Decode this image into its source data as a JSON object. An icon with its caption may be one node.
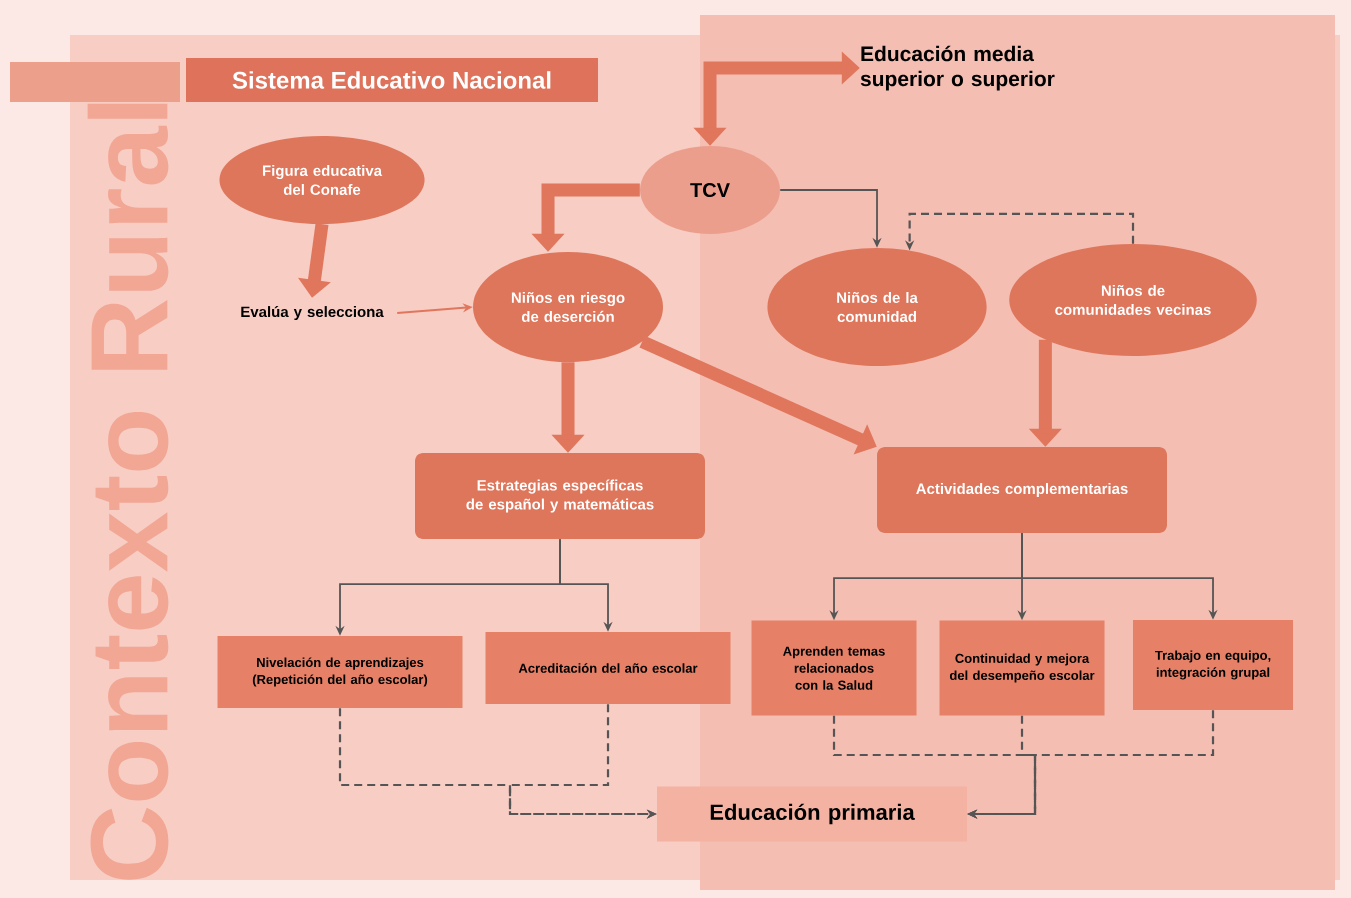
{
  "diagram": {
    "title": "Sistema Educativo Nacional",
    "nodes": [
      {
        "text": [
          "Figura educativa del Conafe"
        ]
      },
      {
        "text": [
          "Evalúa y selecciona"
        ]
      },
      {
        "text": [
          "Niños en riesgo de deserción"
        ]
      },
      {
        "text": [
          "TCV"
        ]
      },
      {
        "text": [
          "Educación media superior o superior"
        ]
      },
      {
        "text": [
          "Niños de la comunidad"
        ]
      },
      {
        "text": [
          "Niños de comunidades vecinas"
        ]
      },
      {
        "text": [
          "Estrategias específicas de español y matemáticas"
        ]
      },
      {
        "text": [
          "Actividades complementarias"
        ]
      },
      {
        "text": [
          "Nivelación de aprendizajes (Repetición del año escolar)"
        ]
      },
      {
        "text": [
          "Acreditación del año escolar"
        ]
      },
      {
        "text": [
          "Aprenden temas relacionados con la Salud"
        ]
      },
      {
        "text": [
          "Continuidad y mejora del desempeño escolar"
        ]
      },
      {
        "text": [
          "Trabajo en equipo, integración grupal"
        ]
      },
      {
        "text": [
          "Educación primaria"
        ]
      }
    ],
    "edges": [
      {
        "from": 0,
        "to": 1,
        "arrow": "to",
        "style": "thick",
        "color": "#e0765c"
      },
      {
        "from": 1,
        "to": 2,
        "arrow": "to",
        "color": "#e0765c"
      },
      {
        "from": 3,
        "to": 2,
        "arrow": "to",
        "style": "thick",
        "color": "#e0765c"
      },
      {
        "from": 3,
        "to": 4,
        "arrow": "both",
        "style": "thick",
        "color": "#e0765c"
      },
      {
        "from": 3,
        "to": 5,
        "arrow": "to"
      },
      {
        "from": 6,
        "to": 5,
        "arrow": "to",
        "style": "dashed"
      },
      {
        "from": 2,
        "to": 7,
        "arrow": "to",
        "style": "thick",
        "color": "#e0765c"
      },
      {
        "from": 2,
        "to": 8,
        "arrow": "to",
        "style": "thick",
        "color": "#e0765c"
      },
      {
        "from": 6,
        "to": 8,
        "arrow": "to",
        "style": "thick",
        "color": "#e0765c"
      },
      {
        "from": 7,
        "to": 9,
        "arrow": "to"
      },
      {
        "from": 7,
        "to": 10,
        "arrow": "to"
      },
      {
        "from": 8,
        "to": 11,
        "arrow": "to"
      },
      {
        "from": 8,
        "to": 12,
        "arrow": "to"
      },
      {
        "from": 8,
        "to": 13,
        "arrow": "to"
      },
      {
        "from": 9,
        "to": 14,
        "arrow": "to",
        "style": "dashed"
      },
      {
        "from": 10,
        "to": 14,
        "arrow": "to",
        "style": "dashed"
      },
      {
        "from": 11,
        "to": 14,
        "arrow": "to",
        "style": "dashed"
      },
      {
        "from": 12,
        "to": 14,
        "arrow": "to",
        "style": "dashed"
      },
      {
        "from": 13,
        "to": 14,
        "arrow": "to",
        "style": "dashed"
      }
    ],
    "labels": [
      "Contexto Rural"
    ]
  }
}
